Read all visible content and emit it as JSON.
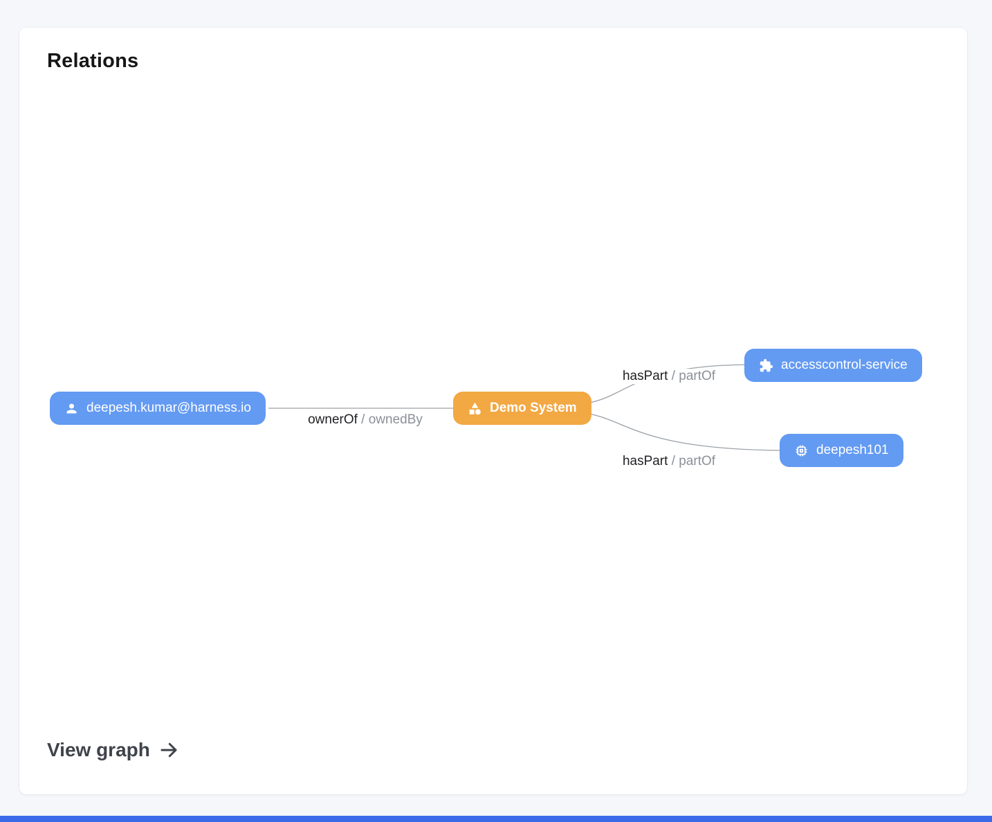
{
  "card": {
    "title": "Relations",
    "view_graph_label": "View graph"
  },
  "graph": {
    "nodes": {
      "user": {
        "label": "deepesh.kumar@harness.io",
        "icon": "user-icon",
        "color": "#639af2"
      },
      "system": {
        "label": "Demo System",
        "icon": "system-icon",
        "color": "#f2a843"
      },
      "service": {
        "label": "accesscontrol-service",
        "icon": "puzzle-icon",
        "color": "#639af2"
      },
      "component": {
        "label": "deepesh101",
        "icon": "chip-icon",
        "color": "#639af2"
      }
    },
    "edges": {
      "owner": {
        "primary": "ownerOf",
        "secondary": "/ ownedBy"
      },
      "haspart_top": {
        "primary": "hasPart",
        "secondary": "/ partOf"
      },
      "haspart_bottom": {
        "primary": "hasPart",
        "secondary": "/ partOf"
      }
    },
    "colors": {
      "node_blue": "#639af2",
      "node_amber": "#f2a843",
      "edge_line": "#9aa0a6",
      "bottom_bar": "#3b6be8"
    }
  }
}
